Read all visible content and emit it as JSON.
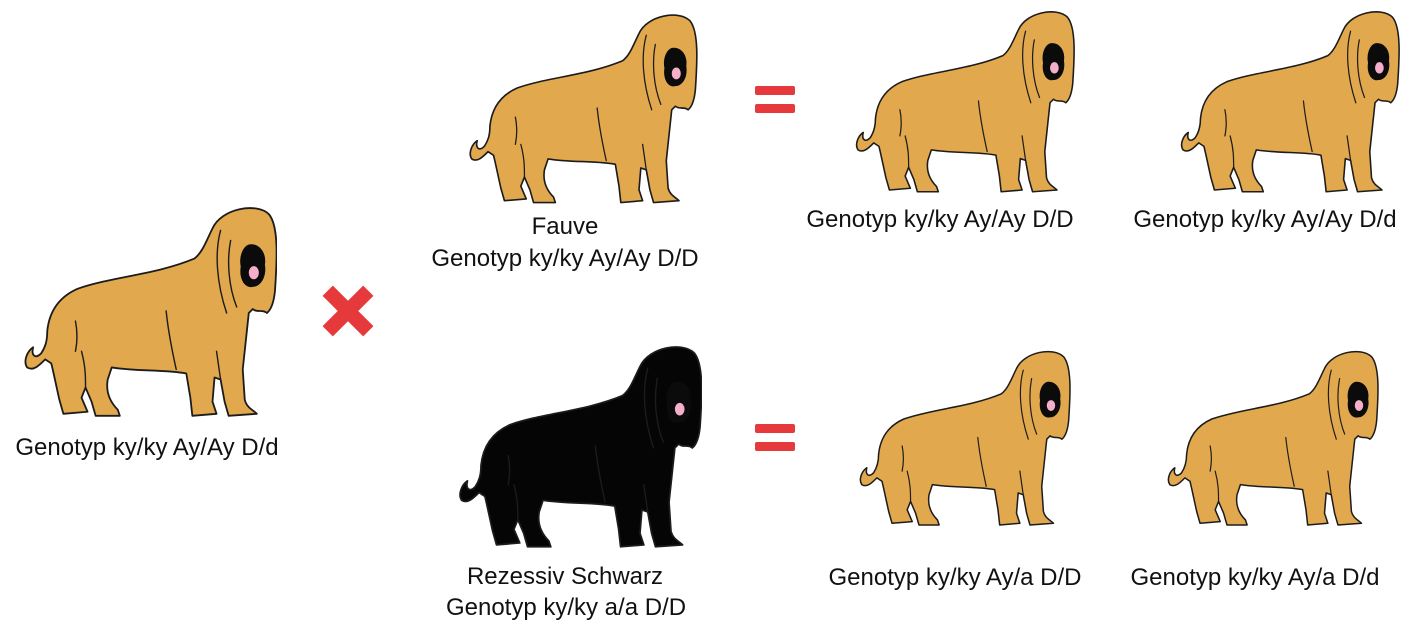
{
  "colors": {
    "operator_red": "#E5393B",
    "tongue": "#F6AFCB",
    "outline": "#1c1c1c",
    "face_patch": "#0b0b0b"
  },
  "icons": {
    "cross": "cross-icon",
    "equals": "equals-icon"
  },
  "parent_left": {
    "genotype": "Genotyp ky/ky Ay/Ay D/d",
    "coat_color": "#E1A84E"
  },
  "top_row": {
    "parent": {
      "title": "Fauve",
      "genotype": "Genotyp ky/ky Ay/Ay D/D",
      "coat_color": "#E1A84E"
    },
    "offspring": [
      {
        "genotype": "Genotyp ky/ky Ay/Ay D/D",
        "coat_color": "#E1A84E"
      },
      {
        "genotype": "Genotyp ky/ky Ay/Ay D/d",
        "coat_color": "#E1A84E"
      }
    ]
  },
  "bottom_row": {
    "parent": {
      "title": "Rezessiv Schwarz",
      "genotype": "Genotyp ky/ky a/a D/D",
      "coat_color": "#050505"
    },
    "offspring": [
      {
        "genotype": "Genotyp ky/ky Ay/a D/D",
        "coat_color": "#E1A84E"
      },
      {
        "genotype": "Genotyp ky/ky Ay/a D/d",
        "coat_color": "#E1A84E"
      }
    ]
  }
}
